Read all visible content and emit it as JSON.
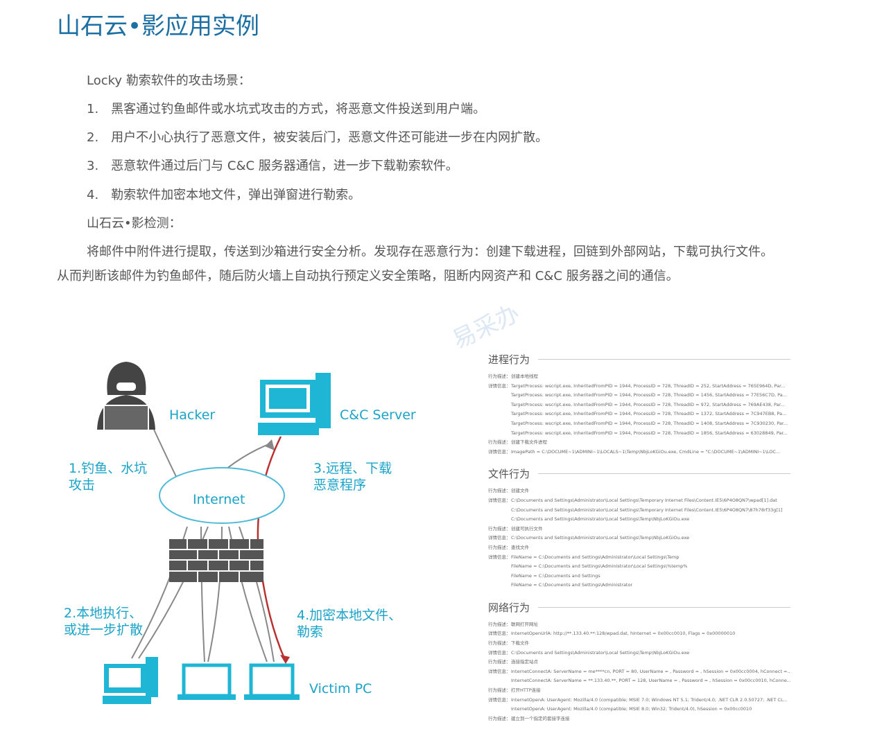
{
  "title": "山石云•影应用实例",
  "intro": "Locky 勒索软件的攻击场景：",
  "steps": [
    "1.　黑客通过钓鱼邮件或水坑式攻击的方式，将恶意文件投送到用户端。",
    "2.　用户不小心执行了恶意文件，被安装后门，恶意文件还可能进一步在内网扩散。",
    "3.　恶意软件通过后门与 C&C 服务器通信，进一步下载勒索软件。",
    "4.　勒索软件加密本地文件，弹出弹窗进行勒索。"
  ],
  "detect_label": "山石云•影检测：",
  "detect_line1": "将邮件中附件进行提取，传送到沙箱进行安全分析。发现存在恶意行为：创建下载进程，回链到外部网站，下载可执行文件。",
  "detect_line2": "从而判断该邮件为钓鱼邮件，随后防火墙上自动执行预定义安全策略，阻断内网资产和 C&C 服务器之间的通信。",
  "diagram": {
    "hacker": "Hacker",
    "cc": "C&C Server",
    "internet": "Internet",
    "victim": "Victim PC",
    "step1a": "1.钓鱼、水坑",
    "step1b": "攻击",
    "step2a": "2.本地执行、",
    "step2b": "或进一步扩散",
    "step3a": "3.远程、下载",
    "step3b": "恶意程序",
    "step4a": "4.加密本地文件、",
    "step4b": "勒索",
    "watermark": "易采办"
  },
  "panel": {
    "sections": [
      {
        "title": "进程行为",
        "rows": [
          {
            "k": "行为描述：",
            "v": "创建本地线程"
          },
          {
            "k": "详情信息：",
            "v": "TargetProcess: wscript.exe, InheritedFromPID = 1944, ProcessID = 728, ThreadID = 252, StartAddress = 765E964D, Par..."
          },
          {
            "k": "",
            "v": "TargetProcess: wscript.exe, InheritedFromPID = 1944, ProcessID = 728, ThreadID = 1456, StartAddress = 77E56C7D, Pa..."
          },
          {
            "k": "",
            "v": "TargetProcess: wscript.exe, InheritedFromPID = 1944, ProcessID = 728, ThreadID = 972, StartAddress = 769AE438, Par..."
          },
          {
            "k": "",
            "v": "TargetProcess: wscript.exe, InheritedFromPID = 1944, ProcessID = 728, ThreadID = 1372, StartAddress = 7C947EB8, Pa..."
          },
          {
            "k": "",
            "v": "TargetProcess: wscript.exe, InheritedFromPID = 1944, ProcessID = 728, ThreadID = 1408, StartAddress = 7C930230, Par..."
          },
          {
            "k": "",
            "v": "TargetProcess: wscript.exe, InheritedFromPID = 1944, ProcessID = 728, ThreadID = 1856, StartAddress = 63028849, Par..."
          },
          {
            "k": "行为描述：",
            "v": "创建下载文件进程"
          },
          {
            "k": "详情信息：",
            "v": "ImagePath = C:\\DOCUME~1\\ADMINI~1\\LOCALS~1\\Temp\\NbjLoKGiOu.exe, CmdLine = \"C:\\DOCUME~1\\ADMINI~1\\LOC..."
          }
        ]
      },
      {
        "title": "文件行为",
        "rows": [
          {
            "k": "行为描述：",
            "v": "创建文件"
          },
          {
            "k": "详情信息：",
            "v": "C:\\Documents and Settings\\Administrator\\Local Settings\\Temporary Internet Files\\Content.IE5\\6P4O8QN7\\wpad[1].dat"
          },
          {
            "k": "",
            "v": "C:\\Documents and Settings\\Administrator\\Local Settings\\Temporary Internet Files\\Content.IE5\\6P4O8QN7\\87h78rf33g[1]"
          },
          {
            "k": "",
            "v": "C:\\Documents and Settings\\Administrator\\Local Settings\\Temp\\NbjLoKGiOu.exe"
          },
          {
            "k": "行为描述：",
            "v": "创建可执行文件"
          },
          {
            "k": "详情信息：",
            "v": "C:\\Documents and Settings\\Administrator\\Local Settings\\Temp\\NbjLoKGiOu.exe"
          },
          {
            "k": "行为描述：",
            "v": "查找文件"
          },
          {
            "k": "详情信息：",
            "v": "FileName = C:\\Documents and Settings\\Administrator\\Local Settings\\Temp"
          },
          {
            "k": "",
            "v": "FileName = C:\\Documents and Settings\\Administrator\\Local Settings\\%temp%"
          },
          {
            "k": "",
            "v": "FileName = C:\\Documents and Settings"
          },
          {
            "k": "",
            "v": "FileName = C:\\Documents and Settings\\Administrator"
          }
        ]
      },
      {
        "title": "网络行为",
        "rows": [
          {
            "k": "行为描述：",
            "v": "联网打开网址"
          },
          {
            "k": "详情信息：",
            "v": "InternetOpenUrlA: http://**.133.40.**:128/wpad.dat, hInternet = 0x00cc0010, Flags = 0x00000010"
          },
          {
            "k": "行为描述：",
            "v": "下载文件"
          },
          {
            "k": "详情信息：",
            "v": "C:\\Documents and Settings\\Administrator\\Local Settings\\Temp\\NbjLoKGiOu.exe"
          },
          {
            "k": "行为描述：",
            "v": "连接指定站点"
          },
          {
            "k": "详情信息：",
            "v": "InternetConnectA: ServerName = me****cn, PORT = 80, UserName = , Password = , hSession = 0x00cc0004, hConnect =..."
          },
          {
            "k": "",
            "v": "InternetConnectA: ServerName = **.133.40.**, PORT = 128, UserName = , Password = , hSession = 0x00cc0010, hConne..."
          },
          {
            "k": "行为描述：",
            "v": "打开HTTP连接"
          },
          {
            "k": "详情信息：",
            "v": "InternetOpenA: UserAgent: Mozilla/4.0 (compatible; MSIE 7.0; Windows NT 5.1; Trident/4.0; .NET CLR 2.0.50727; .NET CL..."
          },
          {
            "k": "",
            "v": "InternetOpenA: UserAgent: Mozilla/4.0 (compatible; MSIE 8.0; Win32; Trident/4.0), hSession = 0x00cc0010"
          },
          {
            "k": "行为描述：",
            "v": "建立到一个指定的套接字连接"
          }
        ]
      }
    ]
  },
  "colors": {
    "title": "#1c6fa3",
    "accent": "#1aa3c9",
    "arrow": "#b8312f"
  }
}
